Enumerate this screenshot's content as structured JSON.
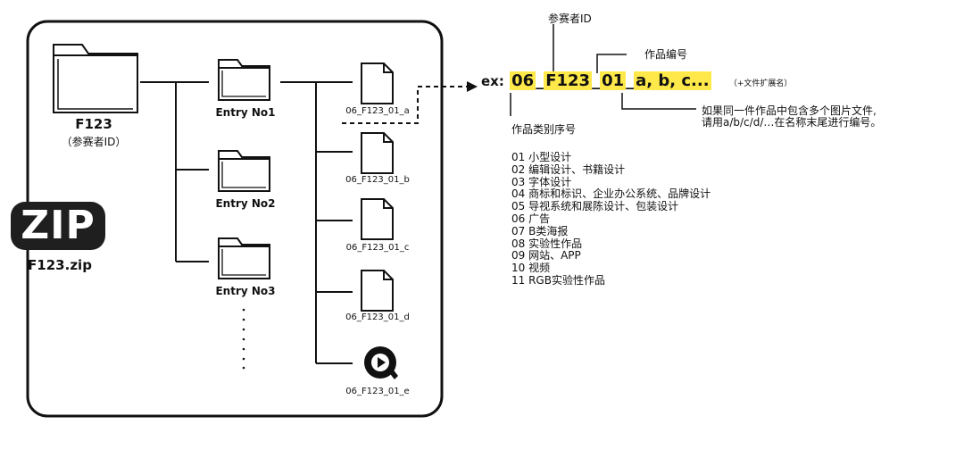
{
  "root": {
    "name": "F123",
    "caption": "（参赛者ID）"
  },
  "zip": {
    "badge": "ZIP",
    "filename": "F123.zip"
  },
  "entries": [
    "Entry No1",
    "Entry No2",
    "Entry No3"
  ],
  "files": [
    "06_F123_01_a",
    "06_F123_01_b",
    "06_F123_01_c",
    "06_F123_01_d",
    "06_F123_01_e"
  ],
  "example": {
    "prefix": "ex:",
    "part_category": "06",
    "sep1": "_",
    "part_id": "F123",
    "sep2": "_",
    "part_number": "01",
    "sep3": "_",
    "part_letters": "a, b, c...",
    "ext_note": "（+文件扩展名）"
  },
  "annotations": {
    "participant_id": "参赛者ID",
    "work_number": "作品编号",
    "category_number": "作品类别序号",
    "multi_image_note": [
      "如果同一件作品中包含多个图片文件,",
      "请用a/b/c/d/…在名称末尾进行编号。"
    ]
  },
  "categories": [
    "01 小型设计",
    "02 编辑设计、书籍设计",
    "03 字体设计",
    "04 商标和标识、企业办公系统、品牌设计",
    "05 导视系统和展陈设计、包装设计",
    "06 广告",
    "07 B类海报",
    "08 实验性作品",
    "09 网站、APP",
    "10 视频",
    "11 RGB实验性作品"
  ],
  "colors": {
    "highlight": "#ffe94a",
    "ink": "#111111",
    "badge": "#1f1f1f"
  }
}
